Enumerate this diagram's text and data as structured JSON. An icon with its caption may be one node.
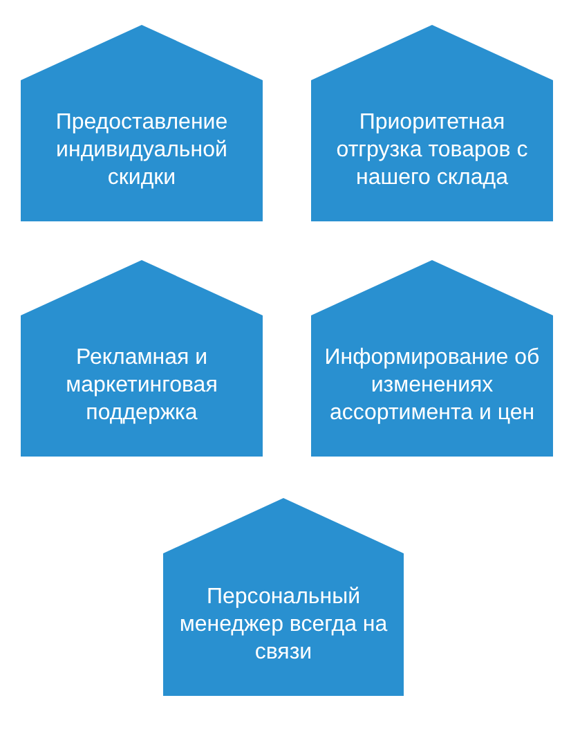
{
  "diagram": {
    "nodes": [
      {
        "text": [
          "Предоставление индивидуальной скидки"
        ]
      },
      {
        "text": [
          "Приоритетная отгрузка товаров с нашего склада"
        ]
      },
      {
        "text": [
          "Рекламная и маркетинговая поддержка"
        ]
      },
      {
        "text": [
          "Информирование об изменениях ассортимента и цен"
        ]
      },
      {
        "text": [
          "Персональный менеджер всегда на связи"
        ]
      }
    ]
  }
}
